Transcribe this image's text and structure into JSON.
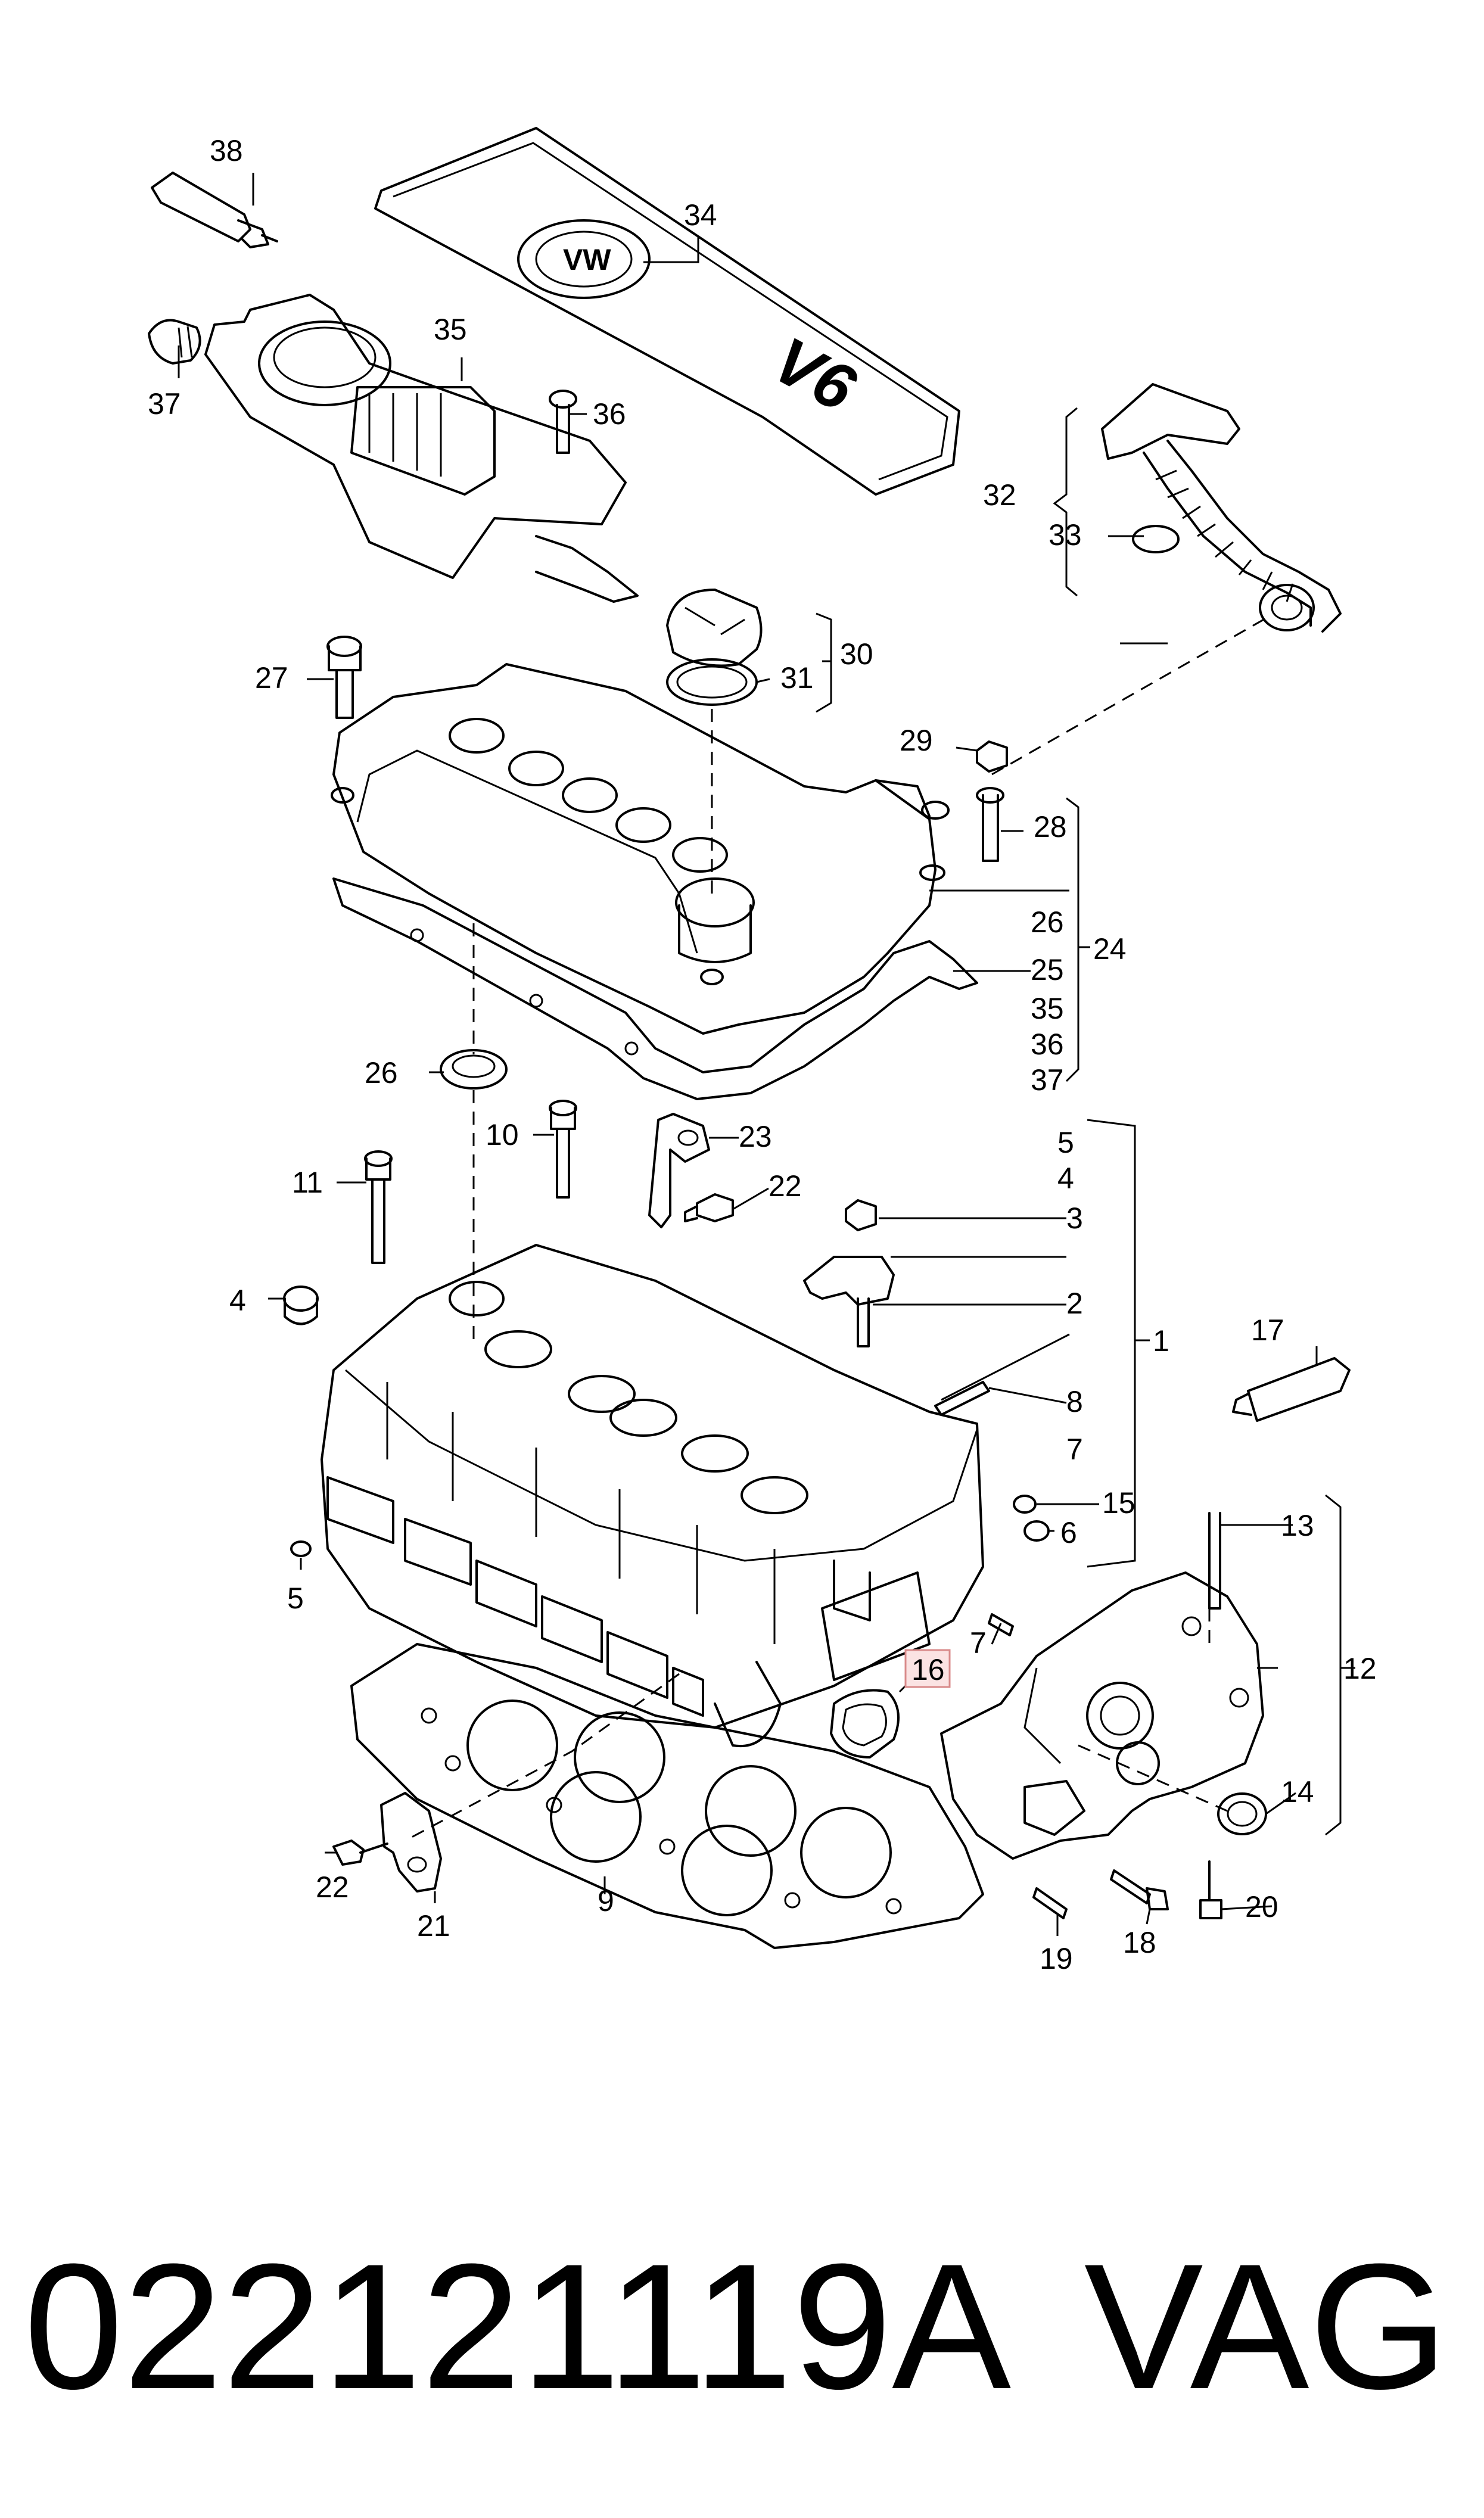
{
  "diagram": {
    "callouts": {
      "c1": "1",
      "c2": "2",
      "c3": "3",
      "c4a": "4",
      "c4b": "4",
      "c5a": "5",
      "c5b": "5",
      "c6": "6",
      "c7a": "7",
      "c7b": "7",
      "c8": "8",
      "c9": "9",
      "c10": "10",
      "c11": "11",
      "c12": "12",
      "c13": "13",
      "c14": "14",
      "c15": "15",
      "c16": "16",
      "c17": "17",
      "c18": "18",
      "c19": "19",
      "c20": "20",
      "c21": "21",
      "c22a": "22",
      "c22b": "22",
      "c23": "23",
      "c24": "24",
      "c25": "25",
      "c26a": "26",
      "c26b": "26",
      "c27": "27",
      "c28": "28",
      "c29": "29",
      "c30": "30",
      "c31": "31",
      "c32": "32",
      "c33": "33",
      "c34": "34",
      "c35a": "35",
      "c35b": "35",
      "c36a": "36",
      "c36b": "36",
      "c37a": "37",
      "c37b": "37",
      "c38": "38"
    },
    "cover_emblem": "VW",
    "cover_text": "V6",
    "highlighted_callout": "16"
  },
  "footer": {
    "part_number": "022121119A",
    "brand": "VAG"
  }
}
